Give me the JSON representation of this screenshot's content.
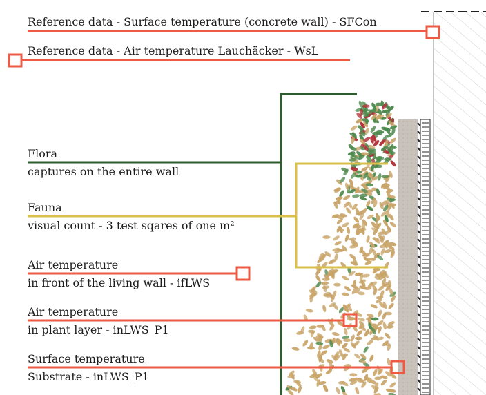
{
  "colors": {
    "red": "#ef5a45",
    "yellow": "#d9c04a",
    "green": "#2f5e2e",
    "leaf_green": "#4f8a4e",
    "leaf_red": "#b2323a",
    "leaf_tan": "#c9a56a",
    "substrate": "#c9c2bb",
    "wall_hatch": "#cfcfcf",
    "text": "#1c1c1c"
  },
  "labels": {
    "ref_surface": "Reference data - Surface temperature (concrete wall) - SFCon",
    "ref_air": "Reference data - Air temperature Lauchäcker - WsL",
    "flora_title": "Flora",
    "flora_desc": "captures on the entire wall",
    "fauna_title": "Fauna",
    "fauna_desc": "visual count - 3 test sqares of one m²",
    "air_front_title": "Air temperature",
    "air_front_desc": "in front of the living wall - ifLWS",
    "air_plant_title": "Air temperature",
    "air_plant_desc": "in plant layer - inLWS_P1",
    "surface_title": "Surface temperature",
    "surface_desc": "Substrate - inLWS_P1"
  }
}
